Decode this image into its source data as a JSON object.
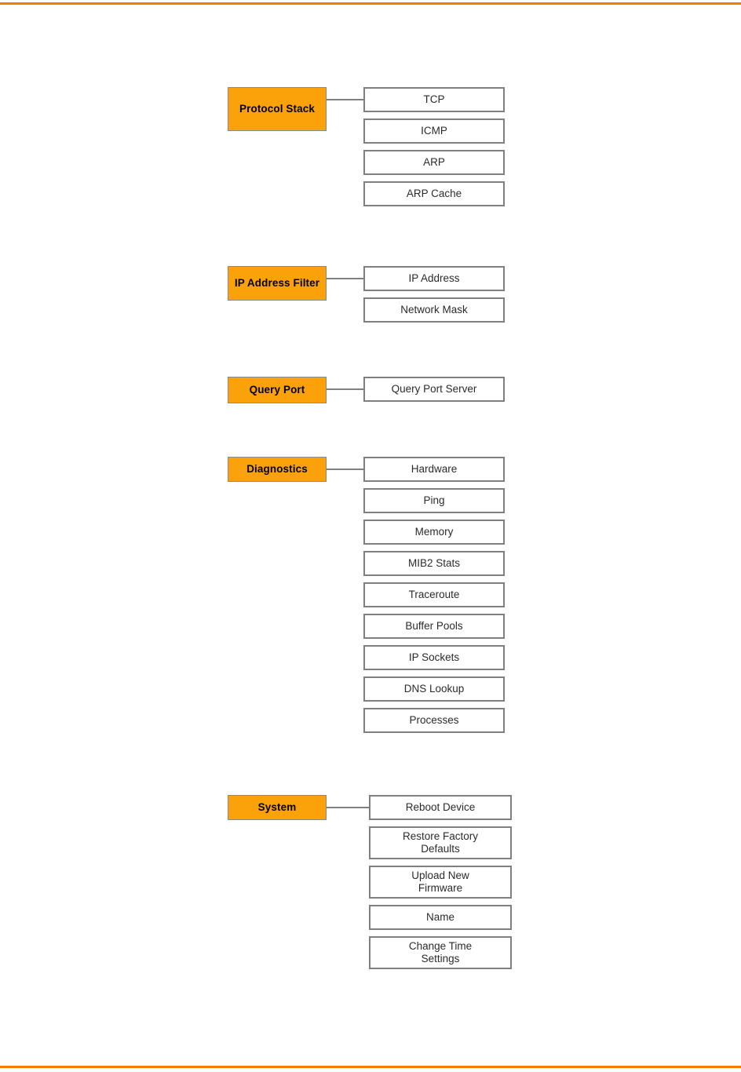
{
  "page": {
    "rule_color": "#F57C00",
    "accent_color": "#FBA20B",
    "box_border_color": "#7F7F7F",
    "connector_color": "#808080",
    "background": "#FFFFFF"
  },
  "diagram": {
    "type": "menu-tree",
    "groups": [
      {
        "id": "protocol-stack",
        "parent": "Protocol Stack",
        "children": [
          "TCP",
          "ICMP",
          "ARP",
          "ARP Cache"
        ]
      },
      {
        "id": "ip-address-filter",
        "parent": "IP Address Filter",
        "children": [
          "IP Address",
          "Network Mask"
        ]
      },
      {
        "id": "query-port",
        "parent": "Query Port",
        "children": [
          "Query Port Server"
        ]
      },
      {
        "id": "diagnostics",
        "parent": "Diagnostics",
        "children": [
          "Hardware",
          "Ping",
          "Memory",
          "MIB2 Stats",
          "Traceroute",
          "Buffer Pools",
          "IP Sockets",
          "DNS Lookup",
          "Processes"
        ]
      },
      {
        "id": "system",
        "parent": "System",
        "children": [
          "Reboot Device",
          "Restore Factory\nDefaults",
          "Upload New\nFirmware",
          "Name",
          "Change Time\nSettings"
        ]
      }
    ]
  }
}
